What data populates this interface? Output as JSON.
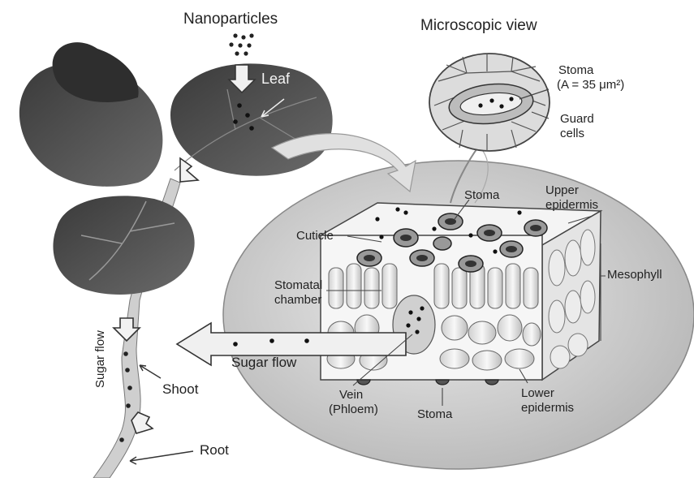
{
  "labels": {
    "nanoparticles": "Nanoparticles",
    "microscopic_view": "Microscopic view",
    "leaf": "Leaf",
    "stoma_top": "Stoma",
    "stoma_area": "(A = 35 μm²)",
    "guard": "Guard",
    "cells": "cells",
    "upper": "Upper",
    "epidermis_upper": "epidermis",
    "stoma_mid": "Stoma",
    "cuticle": "Cuticle",
    "mesophyll": "Mesophyll",
    "stomatal": "Stomatal",
    "chamber": "chamber",
    "sugar_flow_horizontal": "Sugar flow",
    "sugar_flow_vertical": "Sugar flow",
    "shoot": "Shoot",
    "vein": "Vein",
    "phloem": "(Phloem)",
    "stoma_bottom": "Stoma",
    "lower": "Lower",
    "epidermis_lower": "epidermis",
    "root": "Root"
  },
  "colors": {
    "leaf_dark": "#555555",
    "leaf_light": "#7a7a7a",
    "ellipse_fill": "#d6d6d6",
    "cell_fill": "#eeeeee",
    "outline": "#333333"
  }
}
